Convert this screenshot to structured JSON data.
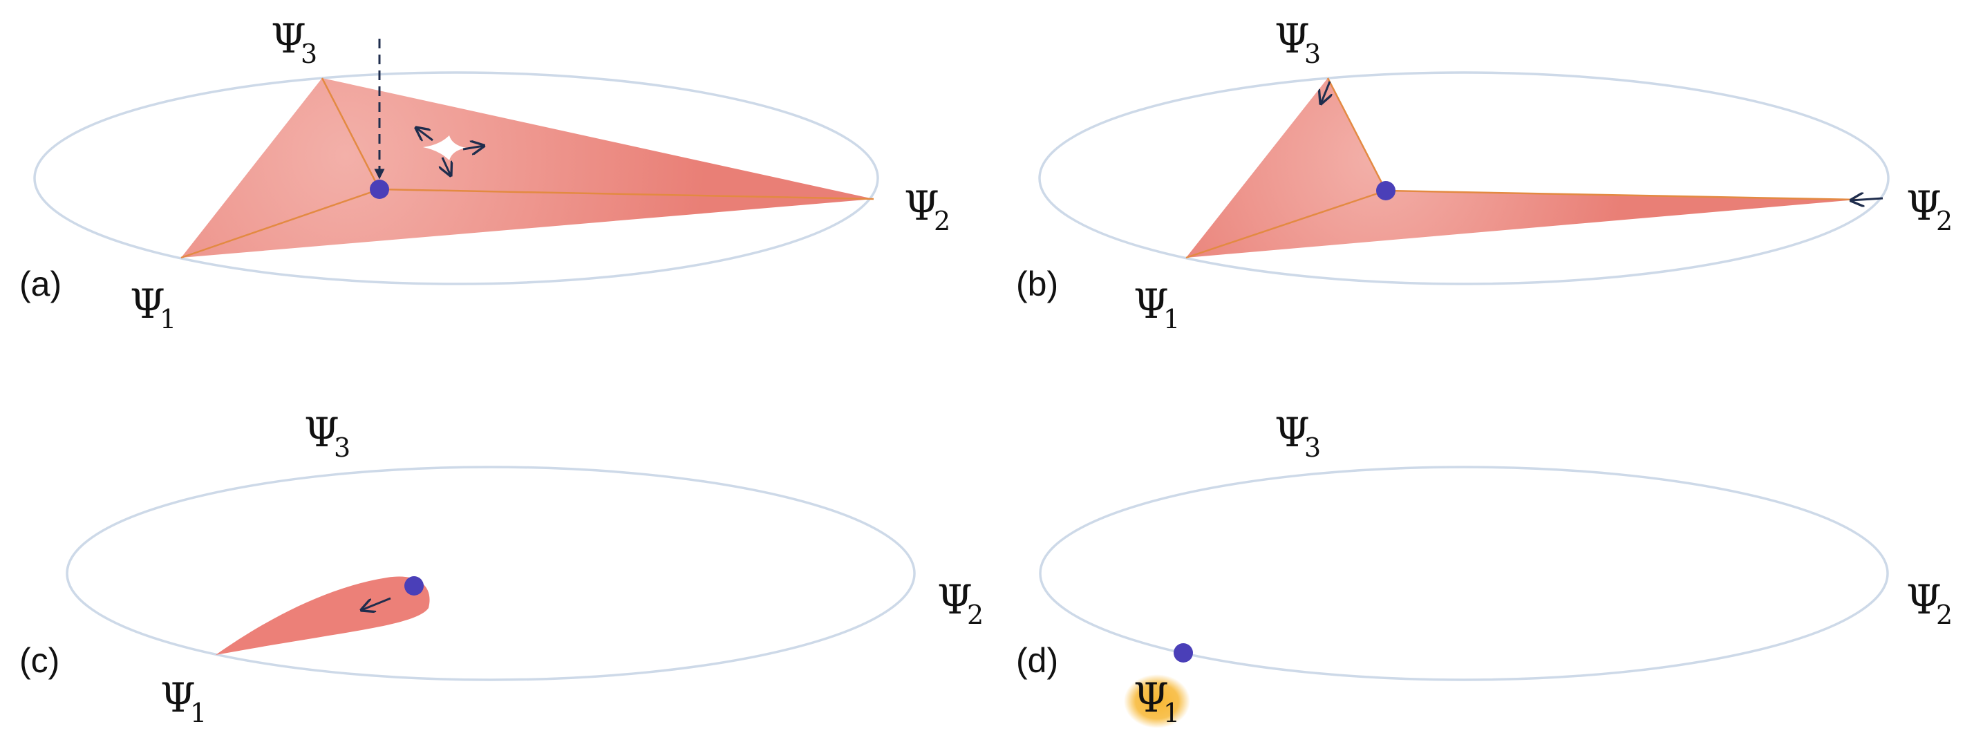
{
  "panels": [
    {
      "id": "a",
      "label": "(a)",
      "vertices": {
        "psi1": {
          "symbol": "Ψ",
          "subscript": "1"
        },
        "psi2": {
          "symbol": "Ψ",
          "subscript": "2"
        },
        "psi3": {
          "symbol": "Ψ",
          "subscript": "3"
        }
      }
    },
    {
      "id": "b",
      "label": "(b)",
      "vertices": {
        "psi1": {
          "symbol": "Ψ",
          "subscript": "1"
        },
        "psi2": {
          "symbol": "Ψ",
          "subscript": "2"
        },
        "psi3": {
          "symbol": "Ψ",
          "subscript": "3"
        }
      }
    },
    {
      "id": "c",
      "label": "(c)",
      "vertices": {
        "psi1": {
          "symbol": "Ψ",
          "subscript": "1"
        },
        "psi2": {
          "symbol": "Ψ",
          "subscript": "2"
        },
        "psi3": {
          "symbol": "Ψ",
          "subscript": "3"
        }
      }
    },
    {
      "id": "d",
      "label": "(d)",
      "vertices": {
        "psi1": {
          "symbol": "Ψ",
          "subscript": "1"
        },
        "psi2": {
          "symbol": "Ψ",
          "subscript": "2"
        },
        "psi3": {
          "symbol": "Ψ",
          "subscript": "3"
        }
      }
    }
  ],
  "colors": {
    "region_fill": "#ec8078",
    "region_center": "#f3b0a9",
    "ellipse_stroke": "#cdd9e8",
    "edge": "#e38a42",
    "point": "#4a3fb8",
    "arrow": "#1f2d4d",
    "highlight": "#f7b733"
  }
}
